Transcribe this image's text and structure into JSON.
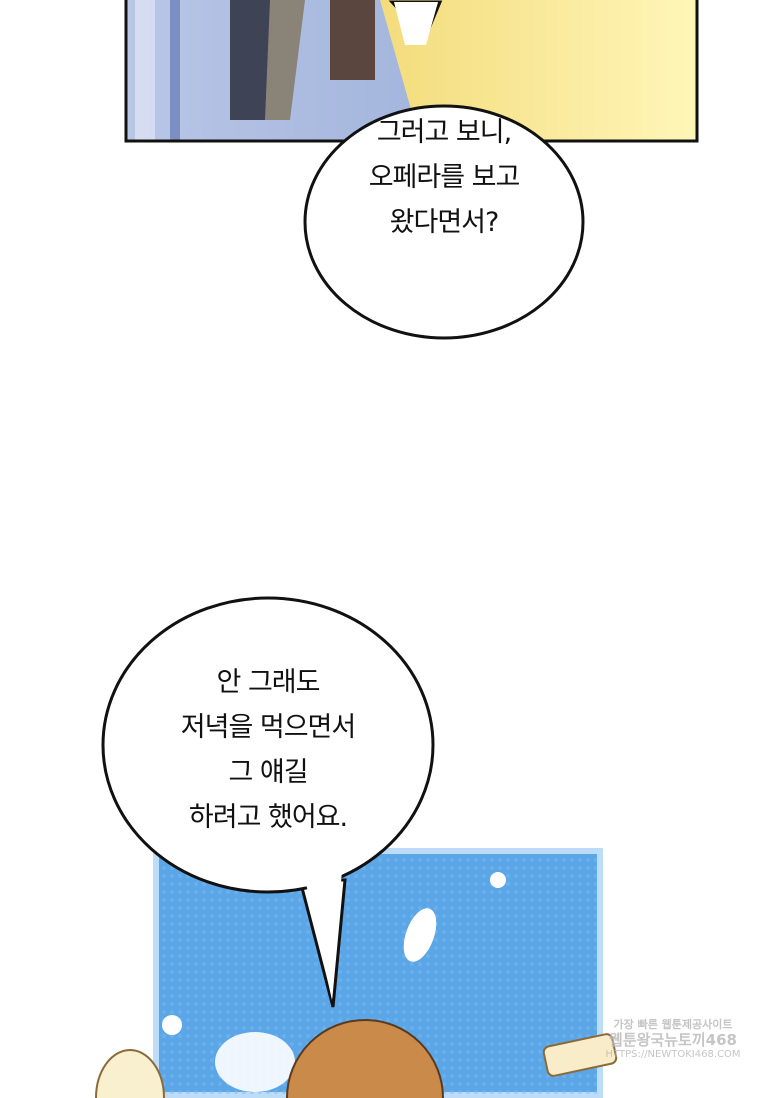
{
  "bubbles": [
    {
      "lines": [
        "그러고 보니,",
        "오페라를 보고",
        "왔다면서?"
      ]
    },
    {
      "lines": [
        "안 그래도",
        "저녁을 먹으면서",
        "그 얘길",
        "하려고 했어요."
      ]
    }
  ],
  "watermark": {
    "line1": "가장 빠른 웹툰제공사이트",
    "line2": "웹툰왕국뉴토끼468",
    "line3": "HTTPS://NEWTOKI468.COM"
  },
  "colors": {
    "panel_blue": "#5aa6e6",
    "panel_yellow": "#fdf0a0",
    "hair": "#c98a4a"
  }
}
